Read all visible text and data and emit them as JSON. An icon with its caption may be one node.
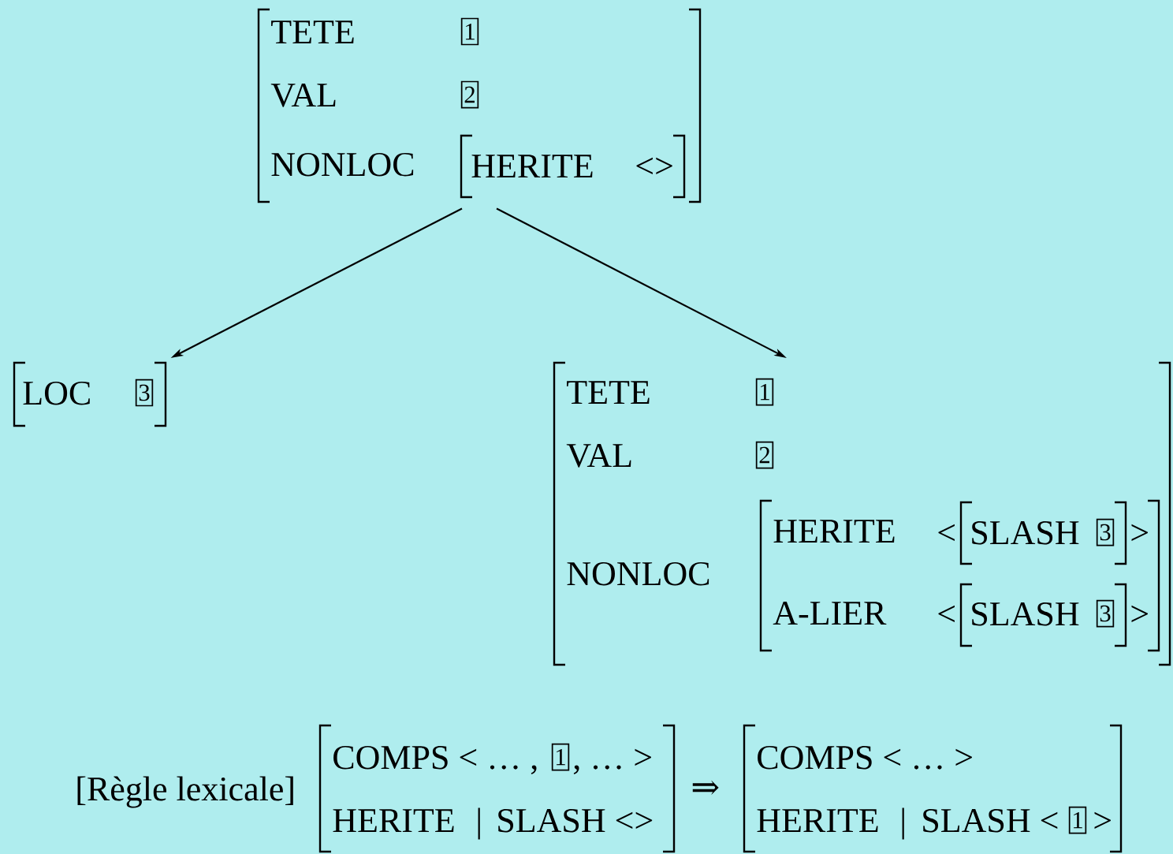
{
  "diagram": {
    "nodes": [
      {
        "text": [
          "TETE",
          "VAL",
          "NONLOC"
        ]
      },
      {
        "text": [
          "1"
        ],
        "in": 0
      },
      {
        "text": [
          "2"
        ],
        "in": 0
      },
      {
        "text": [
          "HERITE",
          "<>"
        ],
        "in": 0
      },
      {
        "text": [
          "LOC"
        ]
      },
      {
        "text": [
          "3"
        ],
        "in": 4
      },
      {
        "text": [
          "TETE",
          "VAL",
          "NONLOC"
        ]
      },
      {
        "text": [
          "1"
        ],
        "in": 6
      },
      {
        "text": [
          "2"
        ],
        "in": 6
      },
      {
        "text": [
          "HERITE",
          "A-LIER"
        ],
        "in": 6
      },
      {
        "text": [
          "SLASH"
        ],
        "in": 9,
        "beside": [
          "<",
          ">"
        ]
      },
      {
        "text": [
          "3"
        ],
        "in": 10
      },
      {
        "text": [
          "SLASH"
        ],
        "in": 9,
        "beside": [
          "<",
          ">"
        ]
      },
      {
        "text": [
          "3"
        ],
        "in": 12
      },
      {
        "text": [
          "COMPS < … ,",
          ", … >",
          "HERITE",
          "|",
          "SLASH <>"
        ],
        "beside": [
          "[Règle lexicale]"
        ]
      },
      {
        "text": [
          "1"
        ],
        "in": 14
      },
      {
        "text": [
          "COMPS < … >",
          "HERITE",
          "|",
          "SLASH <",
          ">"
        ]
      },
      {
        "text": [
          "1"
        ],
        "in": 16
      }
    ],
    "edges": [
      {
        "from": 0,
        "to": 4,
        "arrow": "to"
      },
      {
        "from": 0,
        "to": 6,
        "arrow": "to"
      }
    ],
    "labels": [
      "⇒"
    ]
  }
}
